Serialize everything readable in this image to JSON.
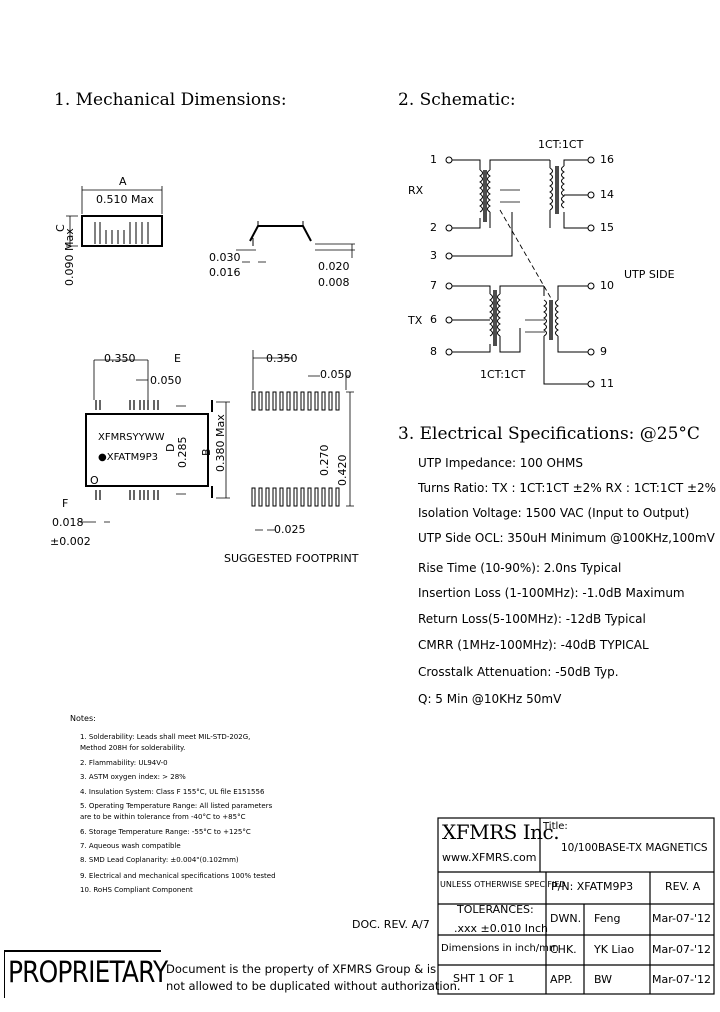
{
  "sections": {
    "mechanical": "1. Mechanical Dimensions:",
    "schematic": "2. Schematic:",
    "electrical": "3. Electrical   Specifications: @25°C"
  },
  "mech": {
    "dim_a_letter": "A",
    "dim_a_value": "0.510 Max",
    "dim_c_letter": "C",
    "dim_c_value": "0.090 Max",
    "lead_w1": "0.030",
    "lead_w2": "0.016",
    "lead_t1": "0.020",
    "lead_t2": "0.008",
    "dim_350": "0.350",
    "dim_e": "E",
    "dim_050": "0.050",
    "dim_d": "D",
    "dim_d_value": "0.285",
    "dim_b": "B",
    "dim_b_value": "0.380 Max",
    "part_line1": "XFMRSYYWW",
    "part_line2": "●XFATM9P3",
    "dim_f": "F",
    "dim_f_value": "0.018",
    "dim_f_tol": "±0.002",
    "fp_350": "0.350",
    "fp_050": "0.050",
    "fp_270": "0.270",
    "fp_420": "0.420",
    "fp_025": "0.025",
    "footprint_label": "SUGGESTED FOOTPRINT"
  },
  "schematic": {
    "ratio_top": "1CT:1CT",
    "ratio_bottom": "1CT:1CT",
    "rx": "RX",
    "tx": "TX",
    "utp_side": "UTP SIDE",
    "pins_left": [
      "1",
      "2",
      "3",
      "7",
      "6",
      "8"
    ],
    "pins_right": [
      "16",
      "14",
      "15",
      "10",
      "9",
      "11"
    ]
  },
  "specs": [
    "UTP Impedance: 100 OHMS",
    "Turns Ratio: TX : 1CT:1CT ±2%   RX : 1CT:1CT ±2%",
    "Isolation Voltage: 1500 VAC (Input to Output)",
    "UTP Side OCL: 350uH Minimum @100KHz,100mV",
    "Rise Time (10-90%):  2.0ns Typical",
    "Insertion Loss (1-100MHz): -1.0dB Maximum",
    "Return Loss(5-100MHz): -12dB Typical",
    "CMRR (1MHz-100MHz): -40dB TYPICAL",
    "Crosstalk Attenuation: -50dB Typ.",
    "Q: 5 Min @10KHz 50mV"
  ],
  "notes": {
    "title": "Notes:",
    "items": [
      "1. Solderability: Leads shall meet MIL-STD-202G,",
      "    Method 208H for solderability.",
      "2. Flammability: UL94V-0",
      "3. ASTM oxygen index: > 28%",
      "4. Insulation System: Class F 155°C, UL file E151556",
      "5. Operating Temperature Range: All listed parameters",
      "    are to be within tolerance from -40°C to +85°C",
      "6. Storage Temperature Range: -55°C to +125°C",
      "7. Aqueous wash compatible",
      "8. SMD Lead Coplanarity: ±0.004\"(0.102mm)",
      "9. Electrical and mechanical specifications 100% tested",
      "10. RoHS Compliant Component"
    ]
  },
  "title_block": {
    "company": "XFMRS Inc.",
    "website": "www.XFMRS.com",
    "title_label": "Title:",
    "title": "10/100BASE-TX MAGNETICS",
    "unless": "UNLESS OTHERWISE SPECIFIED",
    "tolerances": "TOLERANCES:",
    "tol_value": ".xxx ±0.010 Inch",
    "dimensions": "Dimensions in inch/mm",
    "pn": "P/N: XFATM9P3",
    "rev": "REV. A",
    "dwn": "DWN.",
    "dwn_name": "Feng",
    "dwn_date": "Mar-07-'12",
    "chk": "CHK.",
    "chk_name": "YK Liao",
    "chk_date": "Mar-07-'12",
    "app": "APP.",
    "app_name": "BW",
    "app_date": "Mar-07-'12",
    "sheet": "SHT  1  OF  1",
    "doc_rev": "DOC. REV. A/7"
  },
  "proprietary": {
    "stamp": "PROPRIETARY",
    "line1": "Document is the property of XFMRS Group & is",
    "line2": "not allowed to be duplicated without authorization."
  }
}
